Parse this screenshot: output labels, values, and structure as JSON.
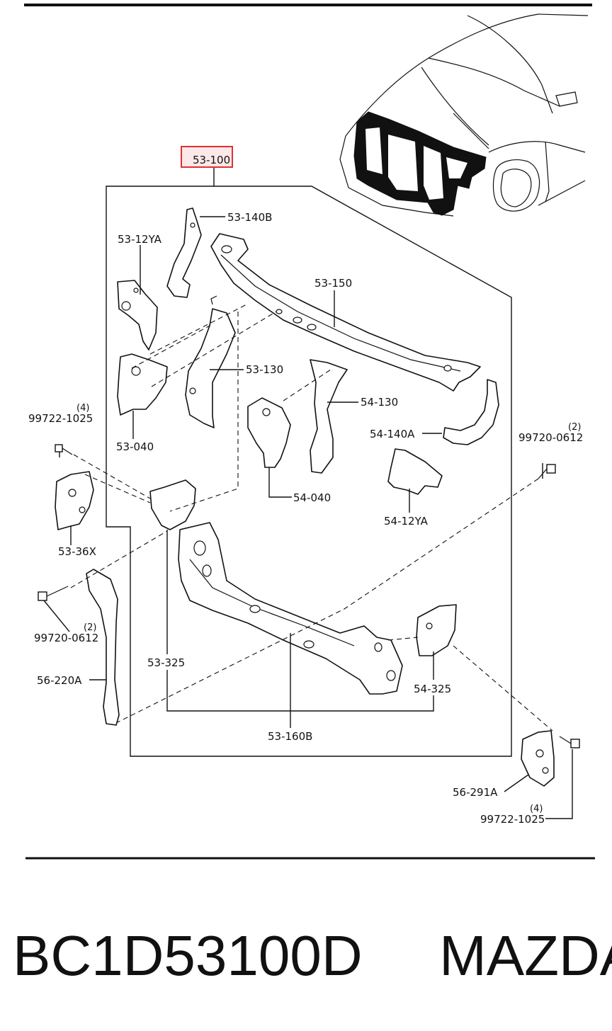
{
  "highlight_color": "#e03030",
  "highlighted_part": "53-100",
  "parts": {
    "p53_100": "53-100",
    "p53_140b": "53-140B",
    "p53_12ya": "53-12YA",
    "p53_150": "53-150",
    "p53_130": "53-130",
    "p53_040": "53-040",
    "p54_130": "54-130",
    "p54_140a": "54-140A",
    "p54_040": "54-040",
    "p54_12ya": "54-12YA",
    "p53_36x": "53-36X",
    "p53_325": "53-325",
    "p54_325": "54-325",
    "p56_220a": "56-220A",
    "p53_160b": "53-160B",
    "p56_291a": "56-291A",
    "bolt_left_top": "99722-1025",
    "bolt_left_top_qty": "(4)",
    "bolt_right_top": "99720-0612",
    "bolt_right_top_qty": "(2)",
    "bolt_left_low": "99720-0612",
    "bolt_left_low_qty": "(2)",
    "bolt_right_low": "99722-1025",
    "bolt_right_low_qty": "(4)"
  },
  "footer": {
    "part_number": "BC1D53100D",
    "brand": "MAZDA"
  }
}
